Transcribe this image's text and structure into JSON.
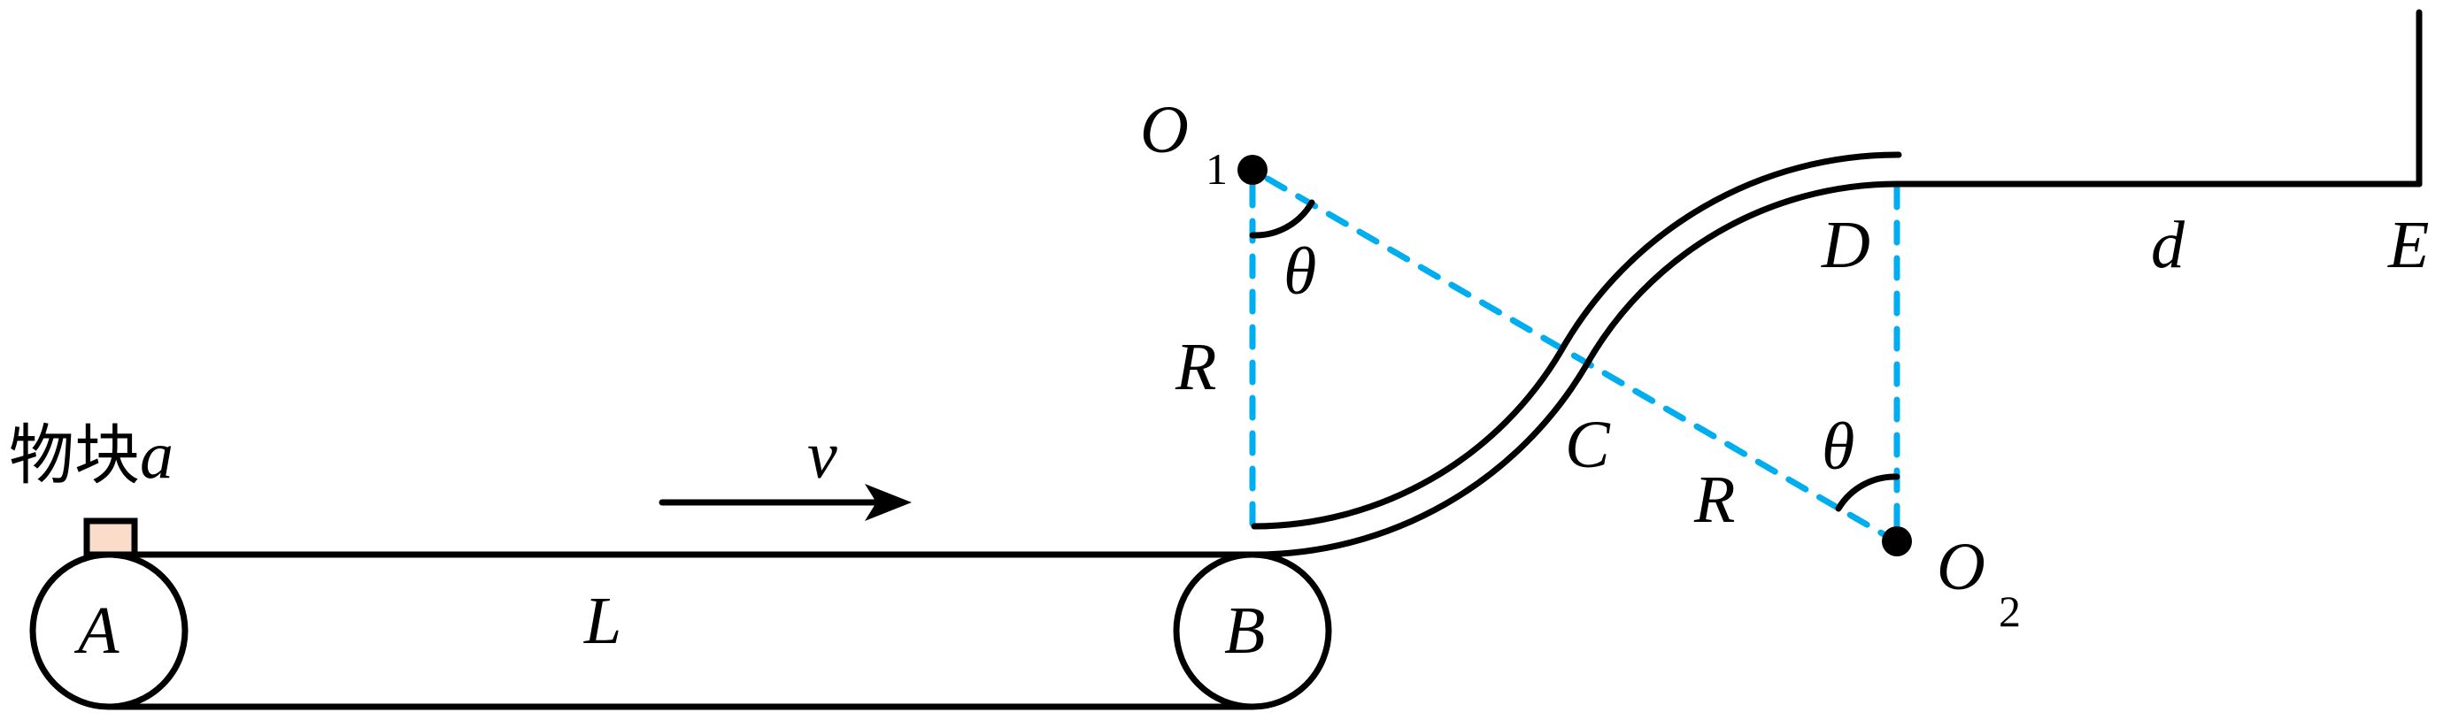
{
  "diagram": {
    "description": "Conveyor belt A-B carrying block a, connected to an S-shaped double-rail track B-C-D formed by two circular arcs of radius R centered at O1 and O2, followed by a horizontal surface D-E of length d ending at a vertical wall at E",
    "block_label": "物块",
    "block_var": "a",
    "block_color": "#fadccb",
    "dash_color": "#00aeef",
    "labels": {
      "A": "A",
      "B": "B",
      "C": "C",
      "D": "D",
      "E": "E",
      "L": "L",
      "v": "v",
      "d": "d",
      "R1": "R",
      "R2": "R",
      "theta1": "θ",
      "theta2": "θ",
      "O1": "O",
      "O1_sub": "1",
      "O2": "O",
      "O2_sub": "2"
    }
  }
}
